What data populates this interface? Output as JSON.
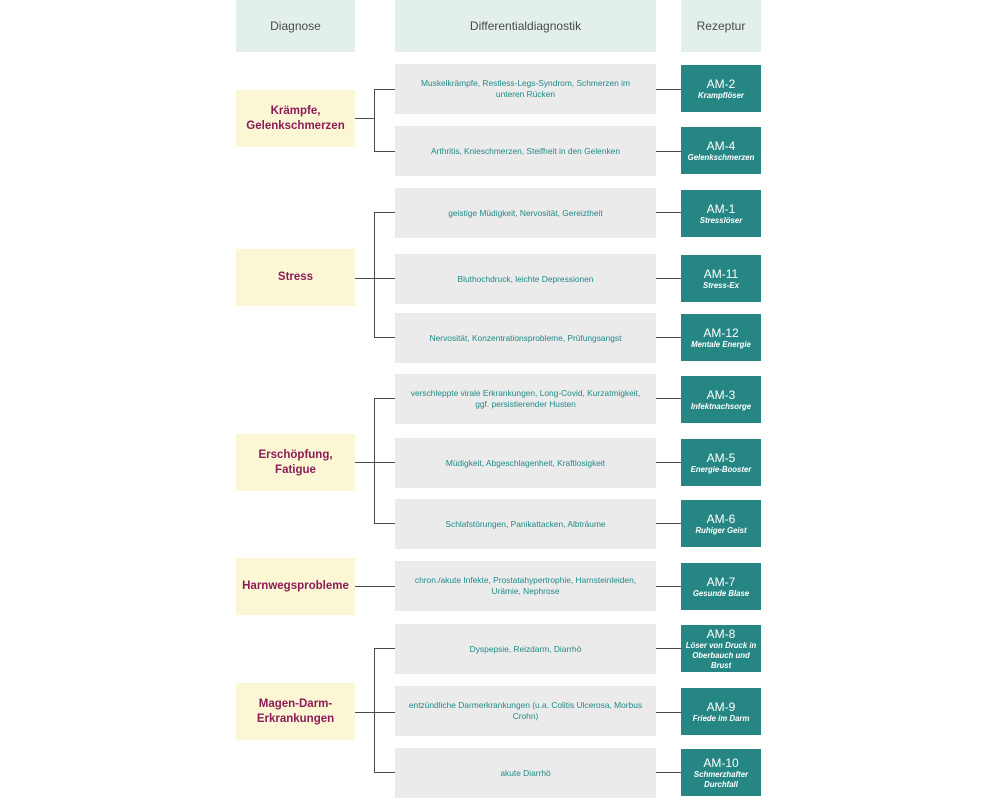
{
  "headers": {
    "diagnose": "Diagnose",
    "differential": "Differentialdiagnostik",
    "rezeptur": "Rezeptur"
  },
  "groups": [
    {
      "diagnosis": "Krämpfe, Gelenkschmerzen",
      "rows": [
        {
          "differential": "Muskelkrämpfe, Restless-Legs-Syndrom, Schmerzen im unteren Rücken",
          "code": "AM-2",
          "name": "Krampflöser"
        },
        {
          "differential": "Arthritis, Knieschmerzen, Steifheit in den Gelenken",
          "code": "AM-4",
          "name": "Gelenkschmerzen"
        }
      ]
    },
    {
      "diagnosis": "Stress",
      "rows": [
        {
          "differential": "geistige Müdigkeit, Nervosität, Gereiztheit",
          "code": "AM-1",
          "name": "Stresslöser"
        },
        {
          "differential": "Bluthochdruck, leichte Depressionen",
          "code": "AM-11",
          "name": "Stress-Ex"
        },
        {
          "differential": "Nervosität, Konzentrationsprobleme, Prüfungsangst",
          "code": "AM-12",
          "name": "Mentale Energie"
        }
      ]
    },
    {
      "diagnosis": "Erschöpfung, Fatigue",
      "rows": [
        {
          "differential": "verschleppte virale Erkrankungen, Long-Covid, Kurzatmigkeit, ggf. persistierender Husten",
          "code": "AM-3",
          "name": "Infektnachsorge"
        },
        {
          "differential": "Müdigkeit, Abgeschlagenheit, Kraftlosigkeit",
          "code": "AM-5",
          "name": "Energie-Booster"
        },
        {
          "differential": "Schlafstörungen, Panikattacken, Albträume",
          "code": "AM-6",
          "name": "Ruhiger Geist"
        }
      ]
    },
    {
      "diagnosis": "Harnwegsprobleme",
      "rows": [
        {
          "differential": "chron./akute Infekte, Prostatahypertrophie, Harnsteinleiden, Urämie, Nephrose",
          "code": "AM-7",
          "name": "Gesunde Blase"
        }
      ]
    },
    {
      "diagnosis": "Magen-Darm-Erkrankungen",
      "rows": [
        {
          "differential": "Dyspepsie, Reizdarm, Diarrhö",
          "code": "AM-8",
          "name": "Löser von Druck in Oberbauch und Brust"
        },
        {
          "differential": "entzündliche Darmerkrankungen (u.a. Colitis Ulcerosa, Morbus Crohn)",
          "code": "AM-9",
          "name": "Friede im Darm"
        },
        {
          "differential": "akute Diarrhö",
          "code": "AM-10",
          "name": "Schmerzhafter Durchfall"
        }
      ]
    }
  ]
}
